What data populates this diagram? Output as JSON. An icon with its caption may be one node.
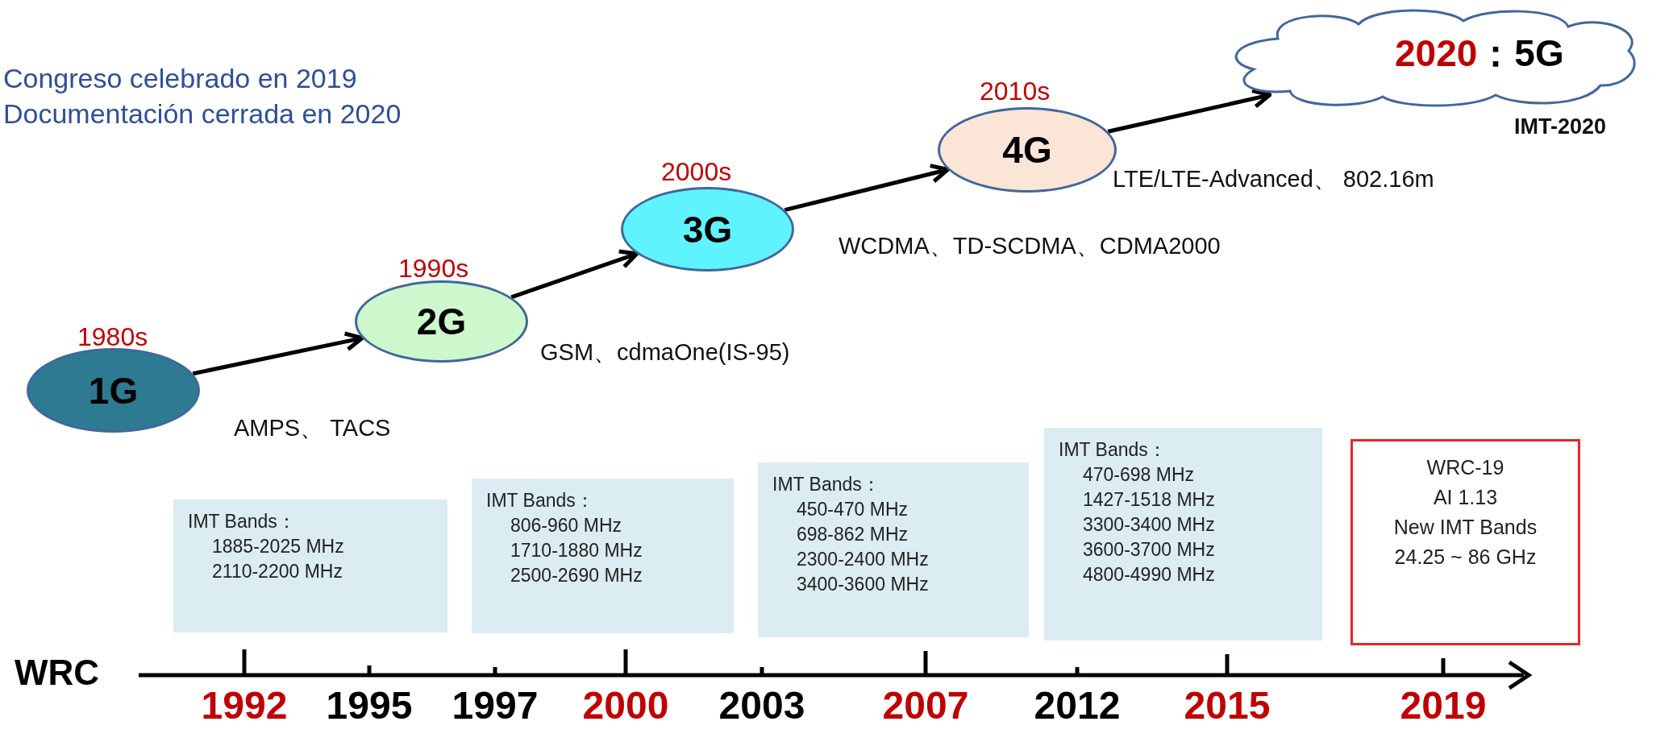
{
  "diagram": {
    "nodes": [
      {
        "text": [
          "1G"
        ],
        "beside": [
          "1980s",
          "AMPS、 TACS"
        ]
      },
      {
        "text": [
          "2G"
        ],
        "beside": [
          "1990s",
          "GSM、cdmaOne(IS-95)"
        ]
      },
      {
        "text": [
          "3G"
        ],
        "beside": [
          "2000s",
          "WCDMA、TD-SCDMA、CDMA2000"
        ]
      },
      {
        "text": [
          "4G"
        ],
        "beside": [
          "2010s",
          "LTE/LTE-Advanced、 802.16m"
        ]
      },
      {
        "text": [
          "2020：5G"
        ],
        "beside": [
          "IMT-2020"
        ]
      },
      {
        "text": [
          "IMT Bands：",
          "1885-2025 MHz",
          "2110-2200 MHz"
        ]
      },
      {
        "text": [
          "IMT Bands：",
          "806-960 MHz",
          "1710-1880 MHz",
          "2500-2690 MHz"
        ]
      },
      {
        "text": [
          "IMT Bands：",
          "450-470 MHz",
          "698-862 MHz",
          "2300-2400 MHz",
          "3400-3600 MHz"
        ]
      },
      {
        "text": [
          "IMT Bands：",
          "470-698 MHz",
          "1427-1518 MHz",
          "3300-3400 MHz",
          "3600-3700 MHz",
          "4800-4990 MHz"
        ]
      },
      {
        "text": [
          "WRC-19",
          "AI 1.13",
          "New IMT Bands",
          "24.25 ~ 86 GHz"
        ]
      }
    ],
    "edges": [
      {
        "from": 0,
        "to": 1,
        "arrow": "to"
      },
      {
        "from": 1,
        "to": 2,
        "arrow": "to"
      },
      {
        "from": 2,
        "to": 3,
        "arrow": "to"
      },
      {
        "from": 3,
        "to": 4,
        "arrow": "to"
      }
    ],
    "labels": [
      "Congreso celebrado en 2019",
      "Documentación cerrada en 2020",
      "WRC",
      "1992",
      "1995",
      "1997",
      "2000",
      "2003",
      "2007",
      "2012",
      "2015",
      "2019"
    ]
  }
}
